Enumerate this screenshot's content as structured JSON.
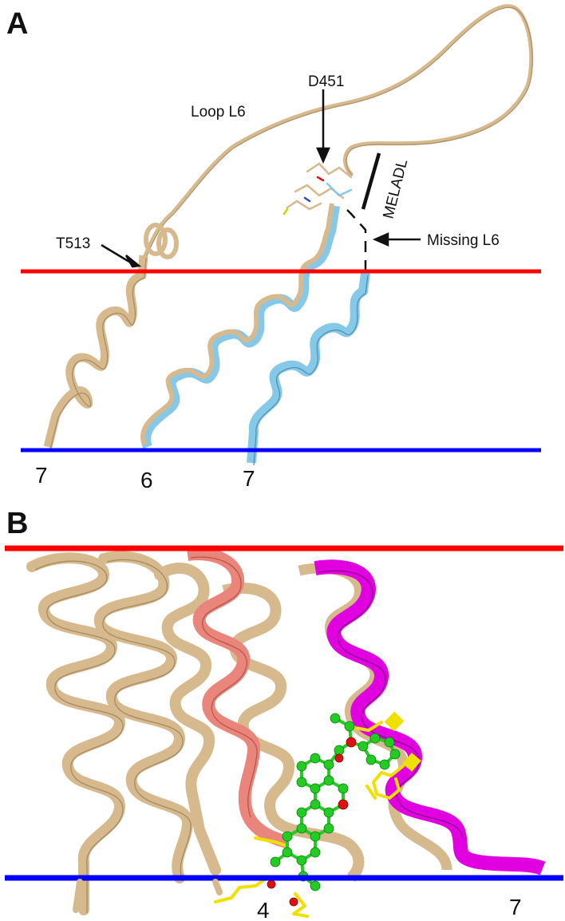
{
  "panel_a": {
    "panel_label": "A",
    "labels": {
      "loop": "Loop L6",
      "residue_top": "D451",
      "residue_left": "T513",
      "missing": "Missing L6",
      "motif": "MELADL"
    },
    "helix_numbers": [
      "7",
      "6",
      "7"
    ]
  },
  "panel_b": {
    "panel_label": "B",
    "helix_numbers": [
      "4",
      "7"
    ]
  },
  "colors": {
    "membrane_top": "#ff0000",
    "membrane_bottom": "#0000ff",
    "helix_wheat": "#d7b98e",
    "helix_blue": "#86c8e8",
    "helix_salmon": "#e9857a",
    "helix_magenta": "#e000e0",
    "residue_yellow": "#f0e000",
    "ligand_green": "#22cc22",
    "oxygen_red": "#e01010"
  }
}
